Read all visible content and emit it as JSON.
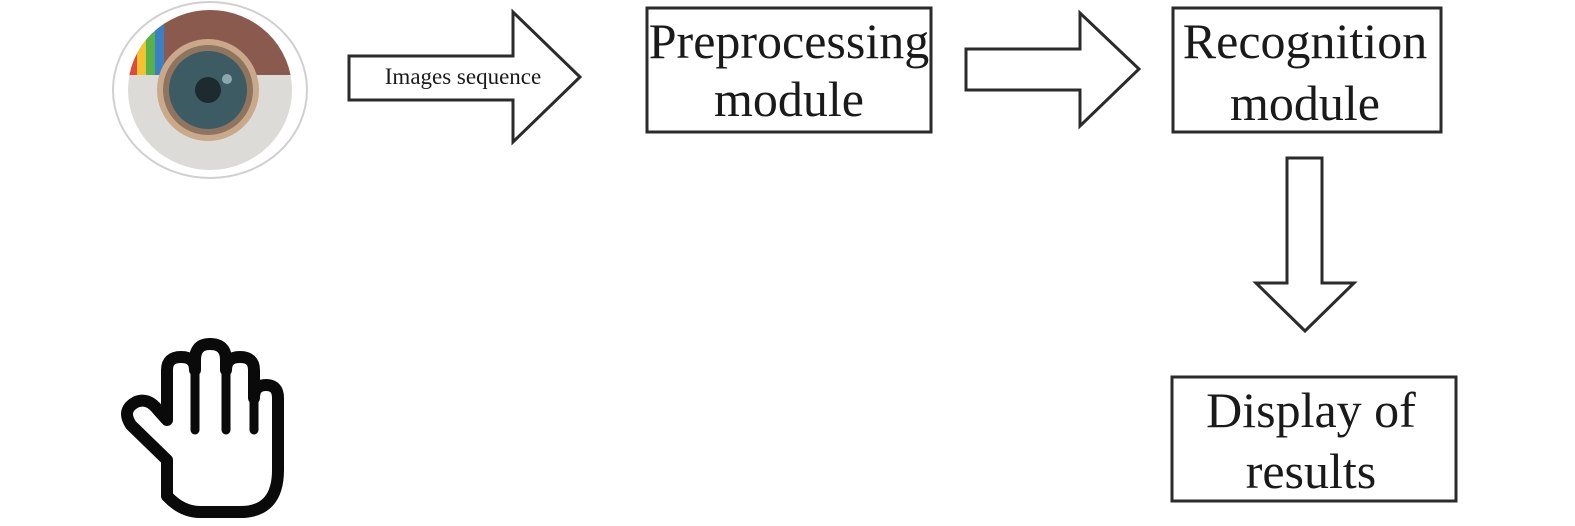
{
  "diagram": {
    "input_arrow_label": "Images sequence",
    "boxes": {
      "preprocessing": {
        "line1": "Preprocessing",
        "line2": "module"
      },
      "recognition": {
        "line1": "Recognition",
        "line2": "module"
      },
      "display": {
        "line1": "Display of",
        "line2": "results"
      }
    },
    "icons": {
      "camera": "camera-lens-icon",
      "hand": "hand-icon"
    },
    "colors": {
      "stroke": "#2b2b2b",
      "camera_top": "#8a5a4e",
      "camera_bottom": "#dcdbd8",
      "lens_ring": "#c9a98a",
      "lens": "#3c5b63",
      "stripe_red": "#e04a3a",
      "stripe_yellow": "#f2c230",
      "stripe_green": "#57b24a",
      "stripe_blue": "#3b7fc4"
    }
  }
}
